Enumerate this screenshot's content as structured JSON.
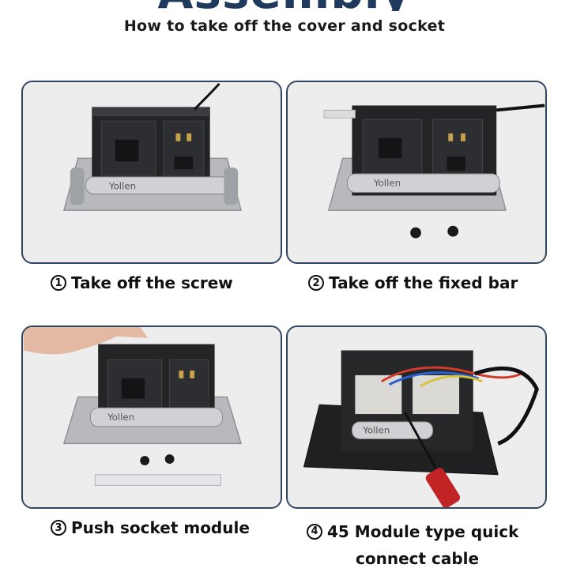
{
  "header": {
    "title": "Assembly",
    "subtitle": "How to take off the cover and socket"
  },
  "steps": [
    {
      "number": "1",
      "label": "Take off the screw"
    },
    {
      "number": "2",
      "label": "Take off the fixed bar"
    },
    {
      "number": "3",
      "label": "Push socket module"
    },
    {
      "number": "4",
      "label_line1": "45 Module type quick",
      "label_line2": "connect cable"
    }
  ],
  "brand": "Yollen",
  "colors": {
    "panel_border": "#30455f",
    "title": "#1f3a5c"
  }
}
